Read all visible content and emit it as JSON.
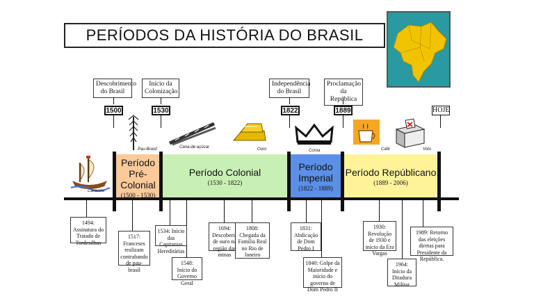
{
  "title": "PERÍODOS DA HISTÓRIA DO BRASIL",
  "top_events": [
    {
      "label": "Descobrimento do Brasil",
      "year": "1500"
    },
    {
      "label": "Início da Colonização",
      "year": "1530"
    },
    {
      "label": "Independência do Brasil",
      "year": "1822"
    },
    {
      "label": "Proclamação da República",
      "year": "1889"
    },
    {
      "label": "",
      "year": "HOJE"
    }
  ],
  "periods": [
    {
      "name": "Período Pré-Colonial",
      "dates": "(1500 - 1530)",
      "color": "#fbc99a"
    },
    {
      "name": "Período Colonial",
      "dates": "(1530 - 1822)",
      "color": "#c8f0b4"
    },
    {
      "name": "Período Imperial",
      "dates": "(1822 - 1889)",
      "color": "#5b8fe8"
    },
    {
      "name": "Período Repúblicano",
      "dates": "(1889 - 2006)",
      "color": "#fff39a"
    }
  ],
  "images": [
    {
      "label": "Caravela"
    },
    {
      "label": "Pau-Brasil"
    },
    {
      "label": "Cana-de-açúcar"
    },
    {
      "label": "Ouro"
    },
    {
      "label": "Coroa"
    },
    {
      "label": "Café"
    },
    {
      "label": "Voto"
    }
  ],
  "bottom_events": [
    "1494: Assinatura do Tratado de Tordesilhas",
    "1517: Franceses realizam contrabando de pau-brasil",
    "1534: Início das Capitanias Hereditárias",
    "1548: Início do Governo Geral",
    "1694: Descoberta de ouro na região das minas",
    "1808: Chegada da Família Real no Rio de Janeiro",
    "1831: Abdicação de Dom Pedro I",
    "1840: Golpe da Maioridade e início do governo de Dom Pedro II",
    "1930: Revolução de 1930 e início da Era Vargas",
    "1964: Início da Ditadura Militar",
    "1989: Retorno das eleições diretas para Presidente da República."
  ],
  "colors": {
    "timeline": "#111111",
    "map_sea": "#1f8a8f",
    "map_land": "#f2c300"
  }
}
